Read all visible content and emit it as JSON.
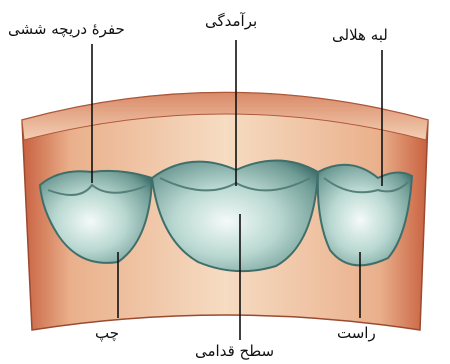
{
  "labels": {
    "pulmonary_sinus": "حفرهٔ دریچه ششی",
    "nodule": "برآمدگی",
    "lunula": "لبه هلالی",
    "left_cusp": "چپ",
    "anterior_surface": "سطح قدامی",
    "right_cusp": "راست"
  },
  "colors": {
    "wall_inner": "#f2c9a8",
    "wall_outer": "#c8603f",
    "wall_rim": "#e9a482",
    "cusp_light": "#e6f2ee",
    "cusp_mid": "#a9cfc7",
    "cusp_dark": "#3f6f6b",
    "leader_line": "#111111"
  }
}
